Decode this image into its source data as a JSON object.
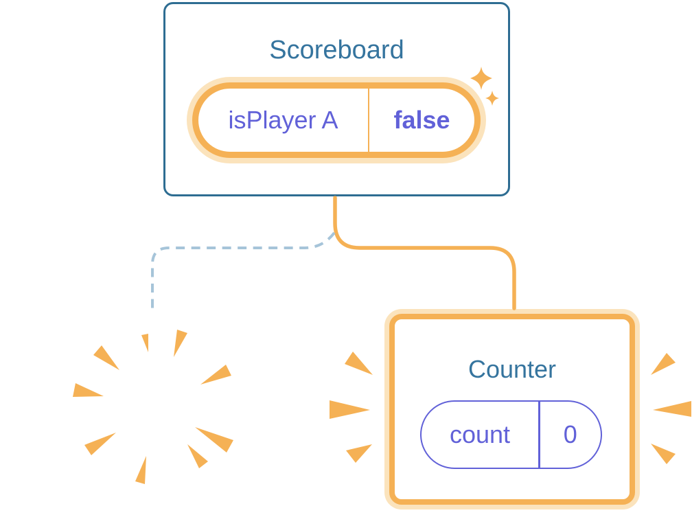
{
  "colors": {
    "card_border_blue": "#2E6D92",
    "title_blue": "#35749E",
    "purple": "#6161D8",
    "orange": "#F5B155",
    "orange_glow": "#FBE3BC",
    "dashed_blue": "#A6C4D9",
    "card_bg": "#FFFFFF"
  },
  "scoreboard": {
    "title": "Scoreboard",
    "state_pill": {
      "name": "isPlayer A",
      "value": "false"
    }
  },
  "counter": {
    "title": "Counter",
    "state_pill": {
      "name": "count",
      "value": "0"
    }
  },
  "connections": {
    "kept_branch": "solid-orange",
    "removed_branch": "dashed-blue"
  },
  "icons": {
    "sparkle": "sparkle-icon (new state highlight, twin 4-point stars)",
    "poof": "poof-burst-icon (component removed puff)",
    "emphasis": "emphasis-lines-icon (attention dashes around Counter)"
  }
}
